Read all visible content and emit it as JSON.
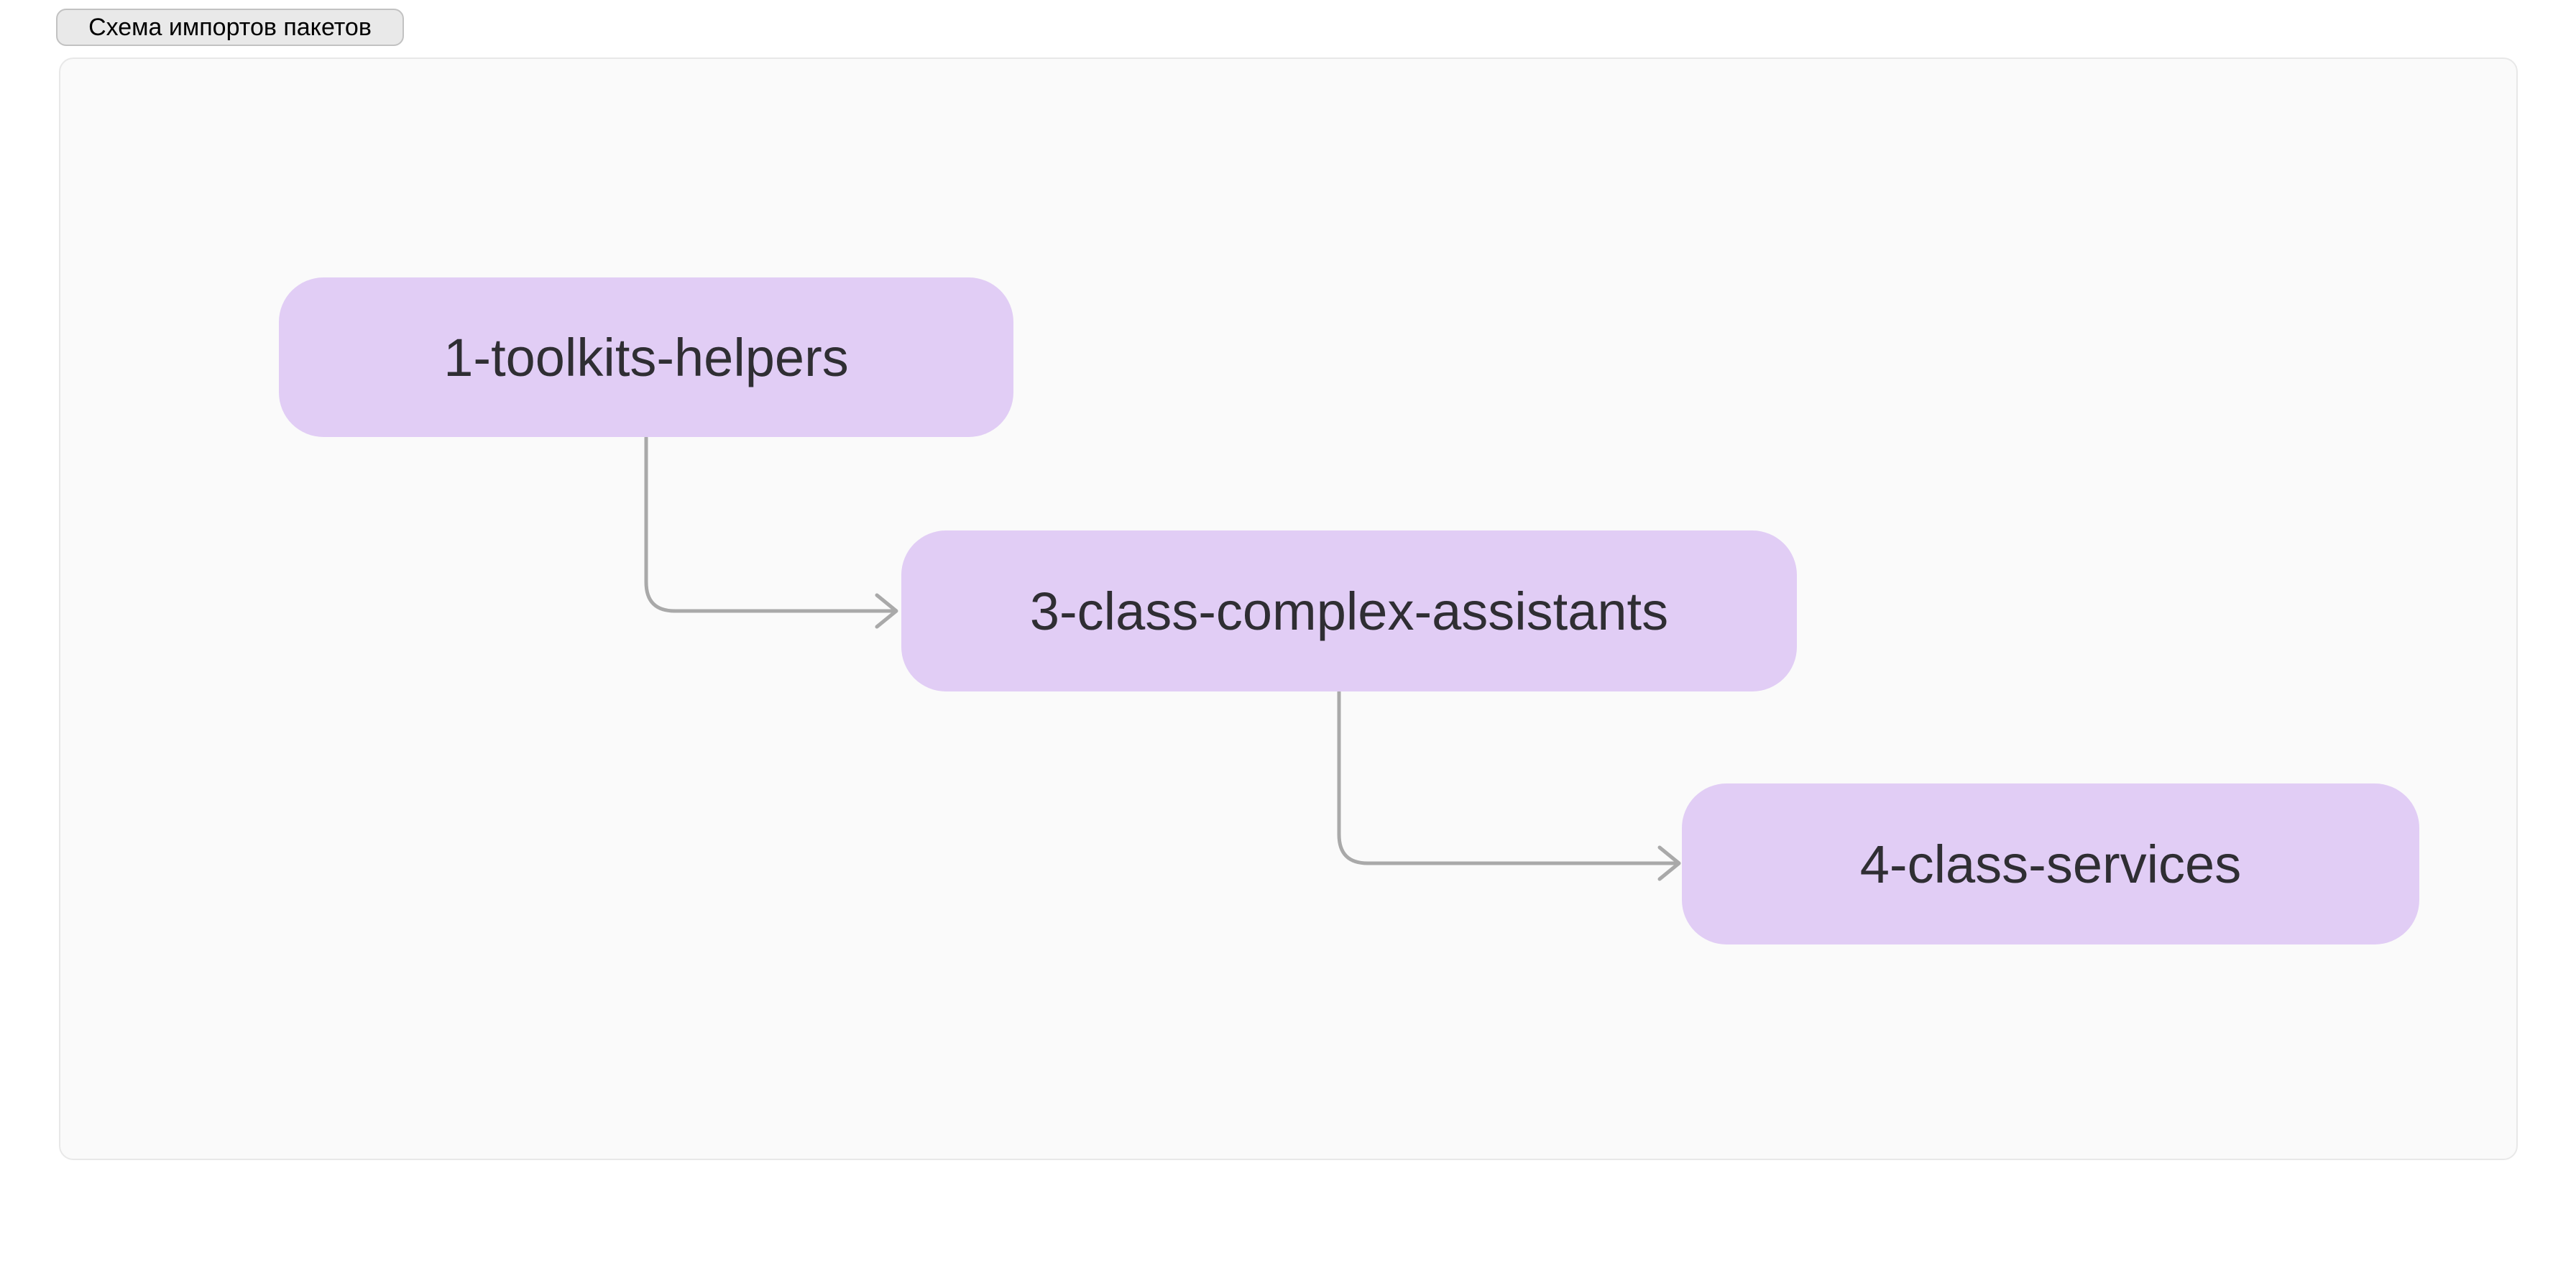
{
  "header": {
    "title": "Схема импортов пакетов"
  },
  "diagram": {
    "type": "flowchart",
    "direction": "top-left to bottom-right cascade",
    "nodes": [
      {
        "id": "1-toolkits-helpers",
        "label": "1-toolkits-helpers"
      },
      {
        "id": "3-class-complex-assistants",
        "label": "3-class-complex-assistants"
      },
      {
        "id": "4-class-services",
        "label": "4-class-services"
      }
    ],
    "edges": [
      {
        "from": "1-toolkits-helpers",
        "to": "3-class-complex-assistants",
        "style": "elbow-down-right-arrow"
      },
      {
        "from": "3-class-complex-assistants",
        "to": "4-class-services",
        "style": "elbow-down-right-arrow"
      }
    ]
  },
  "colors": {
    "page-bg": "#ffffff",
    "canvas-bg": "#fafafa",
    "canvas-border": "#e8e8e8",
    "node-fill": "#e1cdf5",
    "node-text": "#2f2e33",
    "edge-stroke": "#a9a9a9",
    "label-bg": "#e9e9e9",
    "label-border": "#c2c2c2",
    "label-text": "#000000"
  }
}
